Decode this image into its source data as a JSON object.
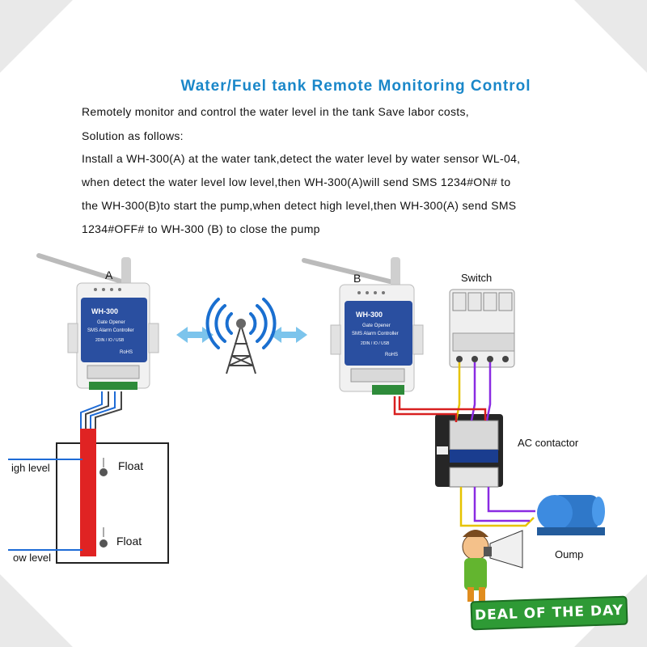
{
  "title": "Water/Fuel tank Remote Monitoring Control",
  "description": [
    "Remotely monitor and control the water level in the tank Save labor costs,",
    "Solution as follows:",
    "Install a WH-300(A) at the water tank,detect the water level by water sensor WL-04,",
    "when detect the water level low level,then WH-300(A)will send SMS 1234#ON# to",
    "the WH-300(B)to start the pump,when detect high level,then WH-300(A) send SMS",
    "1234#OFF# to WH-300 (B) to close the pump"
  ],
  "devices": {
    "a": {
      "label": "A",
      "brand": "WH-300",
      "line1": "Gate Opener",
      "line2": "SMS Alarm Controller",
      "line3": "2DIN / IO / USB",
      "rohs": "RoHS"
    },
    "b": {
      "label": "B",
      "brand": "WH-300",
      "line1": "Gate Opener",
      "line2": "SMS Alarm Controller",
      "line3": "2DIN / IO / USB",
      "rohs": "RoHS"
    }
  },
  "tank": {
    "high_label": "igh level",
    "low_label": "ow level",
    "float_top": "Float",
    "float_bottom": "Float"
  },
  "switch_label": "Switch",
  "contactor_label": "AC contactor",
  "pump_label": "Oump",
  "badge": "DEAL OF THE DAY",
  "colors": {
    "title": "#1a87c9",
    "device_panel": "#2a4fa0",
    "wire_red": "#d82020",
    "wire_purple": "#8a2be2",
    "wire_yellow": "#e6c300",
    "badge": "#2e9a35"
  }
}
